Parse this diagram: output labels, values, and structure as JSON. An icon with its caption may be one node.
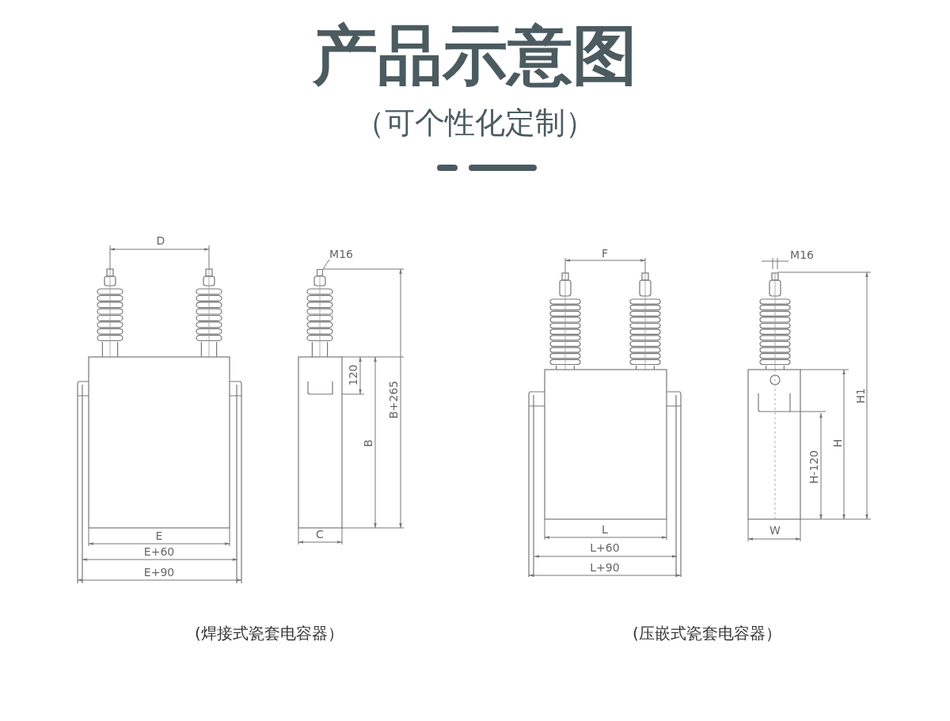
{
  "diagram": {
    "title": "产品示意图",
    "nodes": [
      {
        "text": [
          "M16"
        ]
      },
      {
        "text": [],
        "shape": "box"
      }
    ],
    "edges": [
      {
        "from": 0,
        "to": 1,
        "arrow": "none"
      }
    ],
    "labels": [
      "（可个性化定制）",
      "D",
      "120",
      "B+265",
      "B",
      "E",
      "C",
      "E+60",
      "E+90",
      "F",
      "M16",
      "H1",
      "H",
      "H-120",
      "L",
      "W",
      "L+60",
      "L+90",
      "(焊接式瓷套电容器）",
      "(压嵌式瓷套电容器）"
    ]
  }
}
